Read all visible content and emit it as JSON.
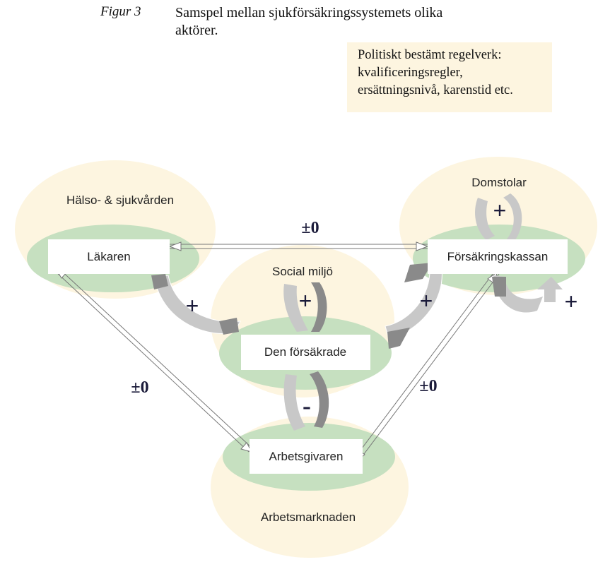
{
  "figure": {
    "label": "Figur 3",
    "title_line1": "Samspel mellan sjukförsäkringssystemets olika",
    "title_line2": "aktörer."
  },
  "rules_box": {
    "line1": "Politiskt bestämt regelverk:",
    "line2": "kvalificeringsregler,",
    "line3": "ersättningsnivå, karenstid etc."
  },
  "spheres": {
    "halso": "Hälso- & sjukvården",
    "domstolar": "Domstolar",
    "social": "Social miljö",
    "arbetsmarknad": "Arbetsmarknaden"
  },
  "nodes": {
    "lakaren": "Läkaren",
    "forsakringskassan": "Försäkringskassan",
    "forsakrade": "Den försäkrade",
    "arbetsgivaren": "Arbetsgivaren"
  },
  "edges": {
    "top": "±0",
    "left": "±0",
    "right": "±0"
  },
  "influences": {
    "lakaren_forsakrade": "+",
    "social": "+",
    "fk_forsakrade": "+",
    "domstolar": "+",
    "fk_self": "+",
    "arbetsgivaren": "-"
  },
  "colors": {
    "sphere_fill": "#fdf5e0",
    "node_fill": "#c6e0c0",
    "box_fill": "#ffffff",
    "arrow_light": "#c8c8c8",
    "arrow_dark": "#8a8a8a"
  }
}
